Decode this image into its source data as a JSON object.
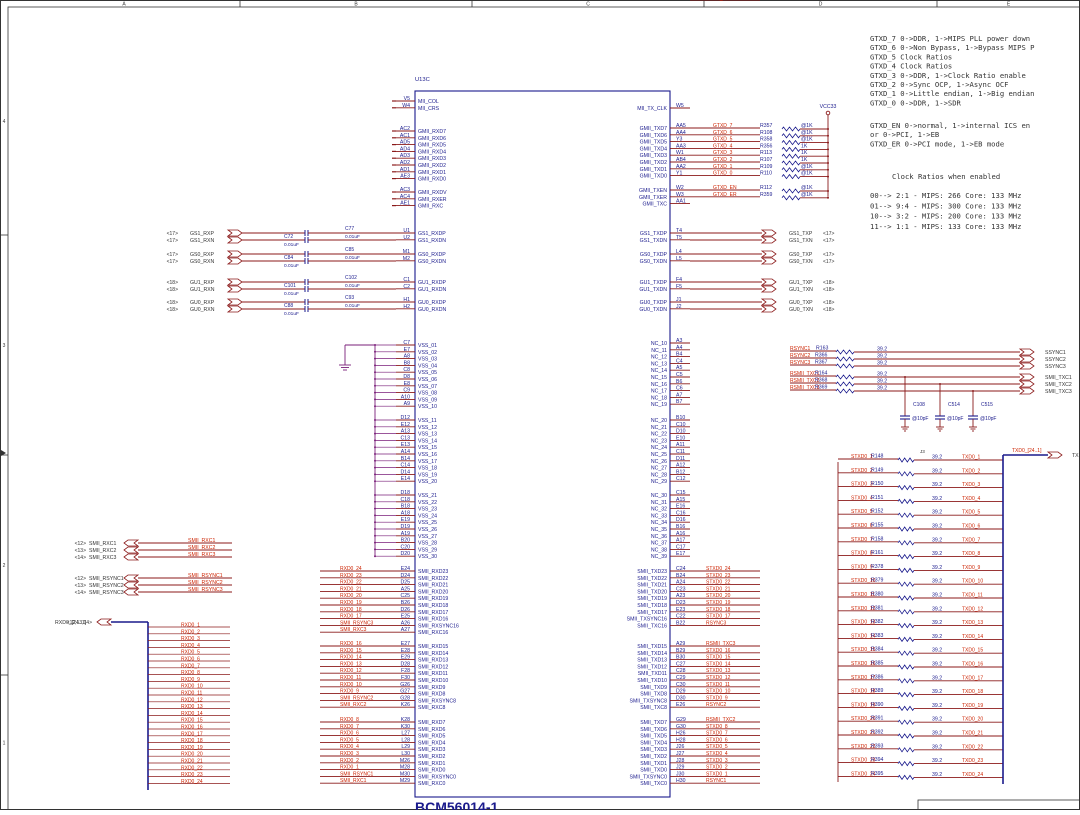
{
  "frame": {
    "columns": [
      "A",
      "B",
      "C",
      "D",
      "E"
    ],
    "rows": [
      "4",
      "3",
      "2",
      "1"
    ]
  },
  "chip": {
    "refdes": "U13C",
    "part": "BCM56014-1",
    "left_pins": [
      {
        "pin": "V5",
        "name": "MII_COL"
      },
      {
        "pin": "W4",
        "name": "MII_CRS"
      },
      {
        "pin": "AC2",
        "name": "GMII_RXD7"
      },
      {
        "pin": "AC1",
        "name": "GMII_RXD6"
      },
      {
        "pin": "AD5",
        "name": "GMII_RXD5"
      },
      {
        "pin": "AD4",
        "name": "GMII_RXD4"
      },
      {
        "pin": "AD3",
        "name": "GMII_RXD3"
      },
      {
        "pin": "AD2",
        "name": "GMII_RXD2"
      },
      {
        "pin": "AD1",
        "name": "GMII_RXD1"
      },
      {
        "pin": "AE3",
        "name": "GMII_RXD0"
      },
      {
        "pin": "AC3",
        "name": "GMII_RXDV"
      },
      {
        "pin": "AC4",
        "name": "GMII_RXER"
      },
      {
        "pin": "AE1",
        "name": "GMII_RXC"
      },
      {
        "pin": "U1",
        "name": "GS1_RXDP"
      },
      {
        "pin": "U2",
        "name": "GS1_RXDN"
      },
      {
        "pin": "M1",
        "name": "GS0_RXDP"
      },
      {
        "pin": "M2",
        "name": "GS0_RXDN"
      },
      {
        "pin": "C1",
        "name": "GU1_RXDP"
      },
      {
        "pin": "C2",
        "name": "GU1_RXDN"
      },
      {
        "pin": "H1",
        "name": "GU0_RXDP"
      },
      {
        "pin": "H2",
        "name": "GU0_RXDN"
      },
      {
        "pin": "C7",
        "name": "VSS_01"
      },
      {
        "pin": "E7",
        "name": "VSS_02"
      },
      {
        "pin": "A8",
        "name": "VSS_03"
      },
      {
        "pin": "B8",
        "name": "VSS_04"
      },
      {
        "pin": "C8",
        "name": "VSS_05"
      },
      {
        "pin": "D8",
        "name": "VSS_06"
      },
      {
        "pin": "E8",
        "name": "VSS_07"
      },
      {
        "pin": "C9",
        "name": "VSS_08"
      },
      {
        "pin": "A10",
        "name": "VSS_09"
      },
      {
        "pin": "A9",
        "name": "VSS_10"
      },
      {
        "pin": "D12",
        "name": "VSS_11"
      },
      {
        "pin": "E12",
        "name": "VSS_12"
      },
      {
        "pin": "A13",
        "name": "VSS_13"
      },
      {
        "pin": "C13",
        "name": "VSS_14"
      },
      {
        "pin": "E13",
        "name": "VSS_15"
      },
      {
        "pin": "A14",
        "name": "VSS_16"
      },
      {
        "pin": "B14",
        "name": "VSS_17"
      },
      {
        "pin": "C14",
        "name": "VSS_18"
      },
      {
        "pin": "D14",
        "name": "VSS_19"
      },
      {
        "pin": "E14",
        "name": "VSS_20"
      },
      {
        "pin": "D18",
        "name": "VSS_21"
      },
      {
        "pin": "C18",
        "name": "VSS_22"
      },
      {
        "pin": "B18",
        "name": "VSS_23"
      },
      {
        "pin": "A18",
        "name": "VSS_24"
      },
      {
        "pin": "E19",
        "name": "VSS_25"
      },
      {
        "pin": "D19",
        "name": "VSS_26"
      },
      {
        "pin": "A19",
        "name": "VSS_27"
      },
      {
        "pin": "B20",
        "name": "VSS_28"
      },
      {
        "pin": "C20",
        "name": "VSS_29"
      },
      {
        "pin": "D20",
        "name": "VSS_30"
      },
      {
        "pin": "E24",
        "name": "SMII_RXD23"
      },
      {
        "pin": "D24",
        "name": "SMII_RXD22"
      },
      {
        "pin": "D25",
        "name": "SMII_RXD21"
      },
      {
        "pin": "A25",
        "name": "SMII_RXD20"
      },
      {
        "pin": "C25",
        "name": "SMII_RXD19"
      },
      {
        "pin": "B26",
        "name": "SMII_RXD18"
      },
      {
        "pin": "D26",
        "name": "SMII_RXD17"
      },
      {
        "pin": "E25",
        "name": "SMII_RXD16"
      },
      {
        "pin": "A26",
        "name": "SMII_RXSYNC16"
      },
      {
        "pin": "A27",
        "name": "SMII_RXC16"
      },
      {
        "pin": "E27",
        "name": "SMII_RXD15"
      },
      {
        "pin": "E28",
        "name": "SMII_RXD14"
      },
      {
        "pin": "E29",
        "name": "SMII_RXD13"
      },
      {
        "pin": "D28",
        "name": "SMII_RXD12"
      },
      {
        "pin": "F28",
        "name": "SMII_RXD11"
      },
      {
        "pin": "F30",
        "name": "SMII_RXD10"
      },
      {
        "pin": "G26",
        "name": "SMII_RXD9"
      },
      {
        "pin": "G27",
        "name": "SMII_RXD8"
      },
      {
        "pin": "G28",
        "name": "SMII_RXSYNC8"
      },
      {
        "pin": "K26",
        "name": "SMII_RXC8"
      },
      {
        "pin": "K28",
        "name": "SMII_RXD7"
      },
      {
        "pin": "K30",
        "name": "SMII_RXD6"
      },
      {
        "pin": "L27",
        "name": "SMII_RXD5"
      },
      {
        "pin": "L28",
        "name": "SMII_RXD4"
      },
      {
        "pin": "L29",
        "name": "SMII_RXD3"
      },
      {
        "pin": "L30",
        "name": "SMII_RXD2"
      },
      {
        "pin": "M26",
        "name": "SMII_RXD1"
      },
      {
        "pin": "M28",
        "name": "SMII_RXD0"
      },
      {
        "pin": "M30",
        "name": "SMII_RXSYNC0"
      },
      {
        "pin": "M29",
        "name": "SMII_RXC0"
      }
    ],
    "right_pins": [
      {
        "pin": "W5",
        "name": "MII_TX_CLK"
      },
      {
        "pin": "AA5",
        "name": "GMII_TXD7"
      },
      {
        "pin": "AA4",
        "name": "GMII_TXD6"
      },
      {
        "pin": "Y3",
        "name": "GMII_TXD5"
      },
      {
        "pin": "AA3",
        "name": "GMII_TXD4"
      },
      {
        "pin": "W1",
        "name": "GMII_TXD3"
      },
      {
        "pin": "AB4",
        "name": "GMII_TXD2"
      },
      {
        "pin": "AA2",
        "name": "GMII_TXD1"
      },
      {
        "pin": "Y1",
        "name": "GMII_TXD0"
      },
      {
        "pin": "W2",
        "name": "GMII_TXEN"
      },
      {
        "pin": "W3",
        "name": "GMII_TXER"
      },
      {
        "pin": "AA1",
        "name": "GMII_TXC"
      },
      {
        "pin": "T4",
        "name": "GS1_TXDP"
      },
      {
        "pin": "T5",
        "name": "GS1_TXDN"
      },
      {
        "pin": "L4",
        "name": "GS0_TXDP"
      },
      {
        "pin": "L5",
        "name": "GS0_TXDN"
      },
      {
        "pin": "F4",
        "name": "GU1_TXDP"
      },
      {
        "pin": "F5",
        "name": "GU1_TXDN"
      },
      {
        "pin": "J1",
        "name": "GU0_TXDP"
      },
      {
        "pin": "J2",
        "name": "GU0_TXDN"
      },
      {
        "pin": "A3",
        "name": "NC_10"
      },
      {
        "pin": "A4",
        "name": "NC_11"
      },
      {
        "pin": "B4",
        "name": "NC_12"
      },
      {
        "pin": "C4",
        "name": "NC_13"
      },
      {
        "pin": "A5",
        "name": "NC_14"
      },
      {
        "pin": "C5",
        "name": "NC_15"
      },
      {
        "pin": "B6",
        "name": "NC_16"
      },
      {
        "pin": "C6",
        "name": "NC_17"
      },
      {
        "pin": "A7",
        "name": "NC_18"
      },
      {
        "pin": "B7",
        "name": "NC_19"
      },
      {
        "pin": "B10",
        "name": "NC_20"
      },
      {
        "pin": "C10",
        "name": "NC_21"
      },
      {
        "pin": "D10",
        "name": "NC_22"
      },
      {
        "pin": "E10",
        "name": "NC_23"
      },
      {
        "pin": "A11",
        "name": "NC_24"
      },
      {
        "pin": "C11",
        "name": "NC_25"
      },
      {
        "pin": "D11",
        "name": "NC_26"
      },
      {
        "pin": "A12",
        "name": "NC_27"
      },
      {
        "pin": "B12",
        "name": "NC_28"
      },
      {
        "pin": "C12",
        "name": "NC_29"
      },
      {
        "pin": "C15",
        "name": "NC_30"
      },
      {
        "pin": "A15",
        "name": "NC_31"
      },
      {
        "pin": "E16",
        "name": "NC_32"
      },
      {
        "pin": "C16",
        "name": "NC_33"
      },
      {
        "pin": "D16",
        "name": "NC_34"
      },
      {
        "pin": "B16",
        "name": "NC_35"
      },
      {
        "pin": "A16",
        "name": "NC_36"
      },
      {
        "pin": "A17",
        "name": "NC_37"
      },
      {
        "pin": "C17",
        "name": "NC_38"
      },
      {
        "pin": "E17",
        "name": "NC_39"
      },
      {
        "pin": "C24",
        "name": "SMII_TXD23"
      },
      {
        "pin": "B24",
        "name": "SMII_TXD22"
      },
      {
        "pin": "A24",
        "name": "SMII_TXD21"
      },
      {
        "pin": "C23",
        "name": "SMII_TXD20"
      },
      {
        "pin": "A23",
        "name": "SMII_TXD19"
      },
      {
        "pin": "D23",
        "name": "SMII_TXD18"
      },
      {
        "pin": "E23",
        "name": "SMII_TXD17"
      },
      {
        "pin": "C22",
        "name": "SMII_TXSYNC16"
      },
      {
        "pin": "B22",
        "name": "SMII_TXC16"
      },
      {
        "pin": "A29",
        "name": "SMII_TXD15"
      },
      {
        "pin": "B29",
        "name": "SMII_TXD14"
      },
      {
        "pin": "B30",
        "name": "SMII_TXD13"
      },
      {
        "pin": "C27",
        "name": "SMII_TXD12"
      },
      {
        "pin": "C28",
        "name": "SMII_TXD11"
      },
      {
        "pin": "C29",
        "name": "SMII_TXD10"
      },
      {
        "pin": "C30",
        "name": "SMII_TXD9"
      },
      {
        "pin": "D29",
        "name": "SMII_TXD8"
      },
      {
        "pin": "D30",
        "name": "SMII_TXSYNC8"
      },
      {
        "pin": "E26",
        "name": "SMII_TXC8"
      },
      {
        "pin": "G29",
        "name": "SMII_TXD7"
      },
      {
        "pin": "G30",
        "name": "SMII_TXD6"
      },
      {
        "pin": "H26",
        "name": "SMII_TXD5"
      },
      {
        "pin": "H28",
        "name": "SMII_TXD4"
      },
      {
        "pin": "J26",
        "name": "SMII_TXD3"
      },
      {
        "pin": "J27",
        "name": "SMII_TXD2"
      },
      {
        "pin": "J28",
        "name": "SMII_TXD1"
      },
      {
        "pin": "J29",
        "name": "SMII_TXD0"
      },
      {
        "pin": "J30",
        "name": "SMII_TXSYNC0"
      },
      {
        "pin": "H30",
        "name": "SMII_TXC0"
      }
    ]
  },
  "left_nets": {
    "gmii_rx_pins": [
      "AC2",
      "AC1",
      "AD5",
      "AD4",
      "AD3",
      "AD2",
      "AD1",
      "AE3",
      "AC3",
      "AC4",
      "AE1"
    ],
    "serdes_in": [
      {
        "sheet": "<17>",
        "p": "GS1_RXP",
        "n": "GS1_RXN",
        "cp": "C72",
        "cn": "C77",
        "value": "0.01uF"
      },
      {
        "sheet": "<17>",
        "p": "GS0_RXP",
        "n": "GS0_RXN",
        "cp": "C84",
        "cn": "C85",
        "value": "0.01uF"
      },
      {
        "sheet": "<18>",
        "p": "GU1_RXP",
        "n": "GU1_RXN",
        "cp": "C101",
        "cn": "C102",
        "value": "0.01uF"
      },
      {
        "sheet": "<18>",
        "p": "GU0_RXP",
        "n": "GU0_RXN",
        "cp": "C88",
        "cn": "C93",
        "value": "0.01uF"
      }
    ],
    "smii_rxc": [
      {
        "sheet": "<12>",
        "name": "SMII_RXC1",
        "net": "SMII_RXC1"
      },
      {
        "sheet": "<13>",
        "name": "SMII_RXC2",
        "net": "SMII_RXC2"
      },
      {
        "sheet": "<14>",
        "name": "SMII_RXC3",
        "net": "SMII_RXC3"
      }
    ],
    "smii_rsync": [
      {
        "sheet": "<12>",
        "name": "SMII_RSYNC1",
        "net": "SMII_RSYNC1"
      },
      {
        "sheet": "<13>",
        "name": "SMII_RSYNC2",
        "net": "SMII_RSYNC2"
      },
      {
        "sheet": "<14>",
        "name": "SMII_RSYNC3",
        "net": "SMII_RSYNC3"
      }
    ],
    "rxd_bus": {
      "sheets": "<12,13,14>",
      "name": "RXD0_[24..1]"
    },
    "rxd_lines": [
      "RXD0_1",
      "RXD0_2",
      "RXD0_3",
      "RXD0_4",
      "RXD0_5",
      "RXD0_6",
      "RXD0_7",
      "RXD0_8",
      "RXD0_9",
      "RXD0_10",
      "RXD0_11",
      "RXD0_12",
      "RXD0_13",
      "RXD0_14",
      "RXD0_15",
      "RXD0_16",
      "RXD0_17",
      "RXD0_18",
      "RXD0_19",
      "RXD0_20",
      "RXD0_21",
      "RXD0_22",
      "RXD0_23",
      "RXD0_24"
    ],
    "smii_rx_nets": [
      "RXD0_24",
      "RXD0_23",
      "RXD0_22",
      "RXD0_21",
      "RXD0_20",
      "RXD0_19",
      "RXD0_18",
      "RXD0_17",
      "SMII_RSYNC3",
      "SMII_RXC3",
      "RXD0_16",
      "RXD0_15",
      "RXD0_14",
      "RXD0_13",
      "RXD0_12",
      "RXD0_11",
      "RXD0_10",
      "RXD0_9",
      "SMII_RSYNC2",
      "SMII_RXC2",
      "RXD0_8",
      "RXD0_7",
      "RXD0_6",
      "RXD0_5",
      "RXD0_4",
      "RXD0_3",
      "RXD0_2",
      "RXD0_1",
      "SMII_RSYNC1",
      "SMII_RXC1"
    ]
  },
  "right_nets": {
    "gtxd_straps": [
      {
        "net": "GTXD_7",
        "res": "R357",
        "val": "@1K"
      },
      {
        "net": "GTXD_6",
        "res": "R108",
        "val": "@1K"
      },
      {
        "net": "GTXD_5",
        "res": "R358",
        "val": "@1K"
      },
      {
        "net": "GTXD_4",
        "res": "R356",
        "val": "1K"
      },
      {
        "net": "GTXD_3",
        "res": "R113",
        "val": "1K"
      },
      {
        "net": "GTXD_2",
        "res": "R107",
        "val": "1K"
      },
      {
        "net": "GTXD_1",
        "res": "R109",
        "val": "@1K"
      },
      {
        "net": "GTXD_0",
        "res": "R110",
        "val": "@1K"
      }
    ],
    "gtx_ctl_straps": [
      {
        "net": "GTXD_EN",
        "res": "R112",
        "val": "@1K"
      },
      {
        "net": "GTXD_ER",
        "res": "R359",
        "val": "@1K"
      }
    ],
    "vcc": "VCC33",
    "serdes_out": [
      {
        "p": "GS1_TXP",
        "n": "GS1_TXN",
        "sheet": "<17>"
      },
      {
        "p": "GS0_TXP",
        "n": "GS0_TXN",
        "sheet": "<17>"
      },
      {
        "p": "GU1_TXP",
        "n": "GU1_TXN",
        "sheet": "<18>"
      },
      {
        "p": "GU0_TXP",
        "n": "GU0_TXN",
        "sheet": "<18>"
      }
    ],
    "smii_tx_nets": [
      "STXD0_24",
      "STXD0_23",
      "STXD0_22",
      "STXD0_21",
      "STXD0_20",
      "STXD0_19",
      "STXD0_18",
      "STXD0_17",
      "RSYNC3",
      "RSMII_TXC3",
      "STXD0_16",
      "STXD0_15",
      "STXD0_14",
      "STXD0_13",
      "STXD0_12",
      "STXD0_11",
      "STXD0_10",
      "STXD0_9",
      "RSYNC2",
      "RSMII_TXC2",
      "STXD0_8",
      "STXD0_7",
      "STXD0_6",
      "STXD0_5",
      "STXD0_4",
      "STXD0_3",
      "STXD0_2",
      "STXD0_1",
      "RSYNC1",
      "RSMII_TXC1"
    ],
    "ssync": [
      {
        "net": "RSYNC1",
        "res": "R163",
        "val": "39.2",
        "out": "SSYNC1"
      },
      {
        "net": "RSYNC2",
        "res": "R366",
        "val": "39.2",
        "out": "SSYNC2"
      },
      {
        "net": "RSYNC3",
        "res": "R367",
        "val": "39.2",
        "out": "SSYNC3"
      }
    ],
    "stxc": [
      {
        "net": "RSMII_TXC1",
        "res": "R164",
        "val": "39.2",
        "out": "SMII_TXC1"
      },
      {
        "net": "RSMII_TXC2",
        "res": "R368",
        "val": "39.2",
        "out": "SMII_TXC2"
      },
      {
        "net": "RSMII_TXC3",
        "res": "R369",
        "val": "39.2",
        "out": "SMII_TXC3"
      }
    ],
    "caps": [
      {
        "ref": "C108",
        "val": "@10pF"
      },
      {
        "ref": "C514",
        "val": "@10pF"
      },
      {
        "ref": "C515",
        "val": "@10pF"
      }
    ],
    "tx_series_block": "J3",
    "tx_series": [
      {
        "in": "STXD0_1",
        "res": "R148",
        "val": "39.2",
        "out": "TXD0_1"
      },
      {
        "in": "STXD0_2",
        "res": "R149",
        "val": "39.2",
        "out": "TXD0_2"
      },
      {
        "in": "STXD0_3",
        "res": "R150",
        "val": "39.2",
        "out": "TXD0_3"
      },
      {
        "in": "STXD0_4",
        "res": "R151",
        "val": "39.2",
        "out": "TXD0_4"
      },
      {
        "in": "STXD0_5",
        "res": "R152",
        "val": "39.2",
        "out": "TXD0_5"
      },
      {
        "in": "STXD0_6",
        "res": "R155",
        "val": "39.2",
        "out": "TXD0_6"
      },
      {
        "in": "STXD0_7",
        "res": "R158",
        "val": "39.2",
        "out": "TXD0_7"
      },
      {
        "in": "STXD0_8",
        "res": "R161",
        "val": "39.2",
        "out": "TXD0_8"
      },
      {
        "in": "STXD0_9",
        "res": "R378",
        "val": "39.2",
        "out": "TXD0_9"
      },
      {
        "in": "STXD0_10",
        "res": "R379",
        "val": "39.2",
        "out": "TXD0_10"
      },
      {
        "in": "STXD0_11",
        "res": "R380",
        "val": "39.2",
        "out": "TXD0_11"
      },
      {
        "in": "STXD0_12",
        "res": "R381",
        "val": "39.2",
        "out": "TXD0_12"
      },
      {
        "in": "STXD0_13",
        "res": "R382",
        "val": "39.2",
        "out": "TXD0_13"
      },
      {
        "in": "STXD0_14",
        "res": "R383",
        "val": "39.2",
        "out": "TXD0_14"
      },
      {
        "in": "STXD0_15",
        "res": "R384",
        "val": "39.2",
        "out": "TXD0_15"
      },
      {
        "in": "STXD0_16",
        "res": "R385",
        "val": "39.2",
        "out": "TXD0_16"
      },
      {
        "in": "STXD0_17",
        "res": "R386",
        "val": "39.2",
        "out": "TXD0_17"
      },
      {
        "in": "STXD0_18",
        "res": "R389",
        "val": "39.2",
        "out": "TXD0_18"
      },
      {
        "in": "STXD0_19",
        "res": "R390",
        "val": "39.2",
        "out": "TXD0_19"
      },
      {
        "in": "STXD0_20",
        "res": "R391",
        "val": "39.2",
        "out": "TXD0_20"
      },
      {
        "in": "STXD0_21",
        "res": "R392",
        "val": "39.2",
        "out": "TXD0_21"
      },
      {
        "in": "STXD0_22",
        "res": "R393",
        "val": "39.2",
        "out": "TXD0_22"
      },
      {
        "in": "STXD0_23",
        "res": "R394",
        "val": "39.2",
        "out": "TXD0_23"
      },
      {
        "in": "STXD0_24",
        "res": "R395",
        "val": "39.2",
        "out": "TXD0_24"
      }
    ],
    "txd_bus": "TXD0_[24..1]",
    "txd_bus_tail": "TX"
  },
  "notes": {
    "strap_notes": [
      "GTXD_7  0->DDR, 1->MIPS PLL power down",
      "GTXD_6  0->Non Bypass, 1->Bypass MIPS P",
      "GTXD_5    Clock Ratios",
      "GTXD_4    Clock Ratios",
      "GTXD_3  0->DDR, 1->Clock Ratio enable",
      "GTXD_2  0->Sync OCP, 1->Async OCF",
      "GTXD_1  0->Little endian, 1->Big endian",
      "GTXD_0  0->DDR, 1->SDR"
    ],
    "en_notes": [
      "GTXD_EN  0->normal,  1->internal ICS en",
      "            or 0->PCI, 1->EB",
      "GTXD_ER  0->PCI mode, 1->EB mode"
    ],
    "ratio_title": "Clock Ratios when enabled",
    "ratios": [
      "00--> 2:1 - MIPS: 266 Core: 133 MHz",
      "01--> 9:4 - MIPS: 300 Core: 133 MHz",
      "10--> 3:2 - MIPS: 200 Core: 133 MHz",
      "11--> 1:1 - MIPS: 133 Core: 133 MHz"
    ]
  },
  "colors": {
    "wire": "#8b1a1a",
    "net_label": "#cc2200",
    "pin_text": "#1a1a8c",
    "body": "#1a1a8c",
    "frame": "#333333",
    "note": "#333333",
    "ground": "#7a1f7a"
  }
}
